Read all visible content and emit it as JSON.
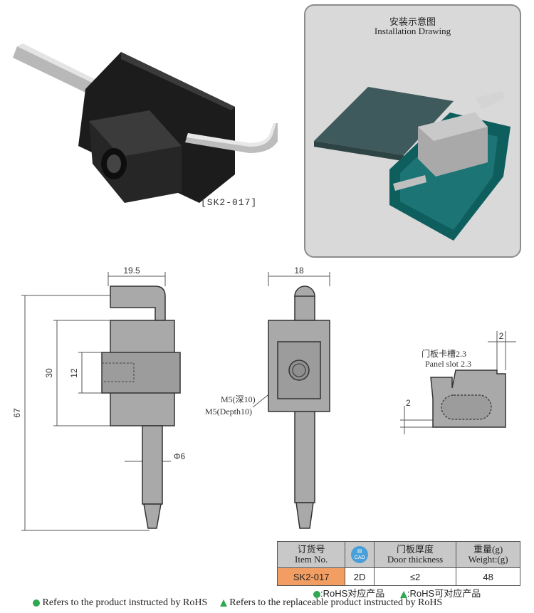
{
  "product_photo": {
    "code_label": "[SK2-017]"
  },
  "install": {
    "title_cn": "安装示意图",
    "title_en": "Installation Drawing"
  },
  "front_view": {
    "dim_width": "19.5",
    "dim_height_total": "67",
    "dim_body": "30",
    "dim_slot": "12",
    "dim_pin": "Φ6"
  },
  "side_view": {
    "dim_width": "18",
    "thread_cn": "M5(深10)",
    "thread_en": "M5(Depth10)"
  },
  "slot_view": {
    "dim_top": "2",
    "slot_cn": "门板卡槽2.3",
    "slot_en": "Panel slot 2.3",
    "dim_side": "2"
  },
  "spec_table": {
    "headers": [
      {
        "cn": "订货号",
        "en": "Item No."
      },
      {
        "cad_line1": "CAD",
        "cad_icon": "cad-icon"
      },
      {
        "cn": "门板厚度",
        "en": "Door thickness"
      },
      {
        "cn": "重量(g)",
        "en": "Weight:(g)"
      }
    ],
    "row": {
      "item_no": "SK2-017",
      "cad": "2D",
      "door_thickness": "≤2",
      "weight": "48"
    }
  },
  "legend": {
    "rohs_cn": ":RoHS对应产品",
    "rohs_replace_cn": ":RoHS可对应产品",
    "rohs_en": "Refers to the product instructed by RoHS",
    "rohs_replace_en": "Refers to the replaceable product instructed by RoHS"
  },
  "colors": {
    "accent_green": "#2fa84f",
    "item_cell": "#f29d62",
    "panel_teal": "#0f5e5e",
    "part_gray": "#a9a9a9"
  }
}
